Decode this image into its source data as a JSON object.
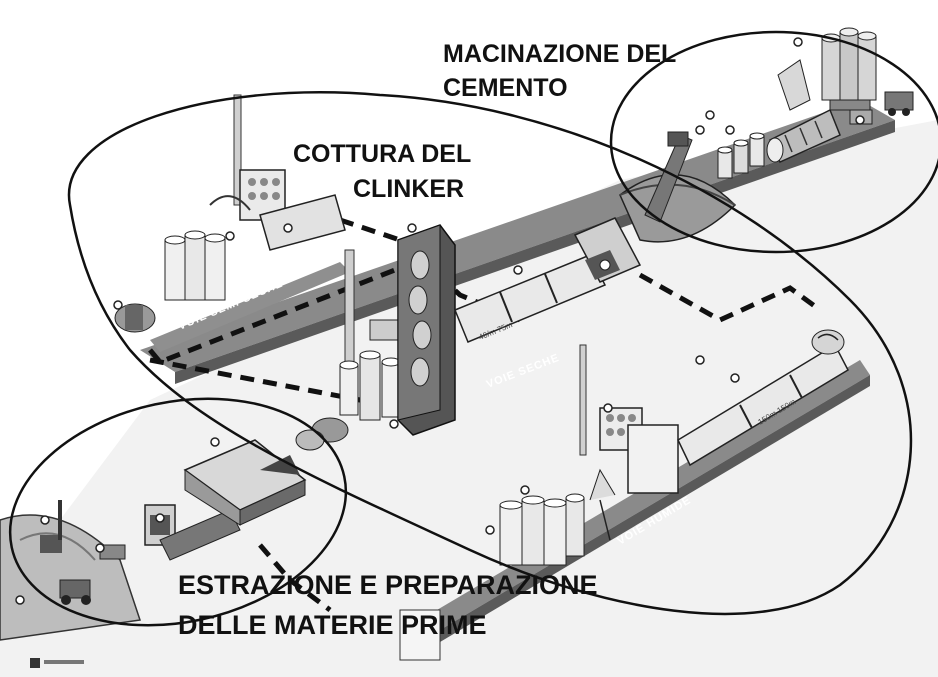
{
  "zones": {
    "cement": {
      "line1": "MACINAZIONE DEL",
      "line2": "CEMENTO"
    },
    "clinker": {
      "line1": "COTTURA DEL",
      "line2": "CLINKER"
    },
    "raw": {
      "line1": "ESTRAZIONE E PREPARAZIONE",
      "line2": "DELLE MATERIE PRIME"
    }
  },
  "tracks": {
    "semi_dry": "VOIE SEMI-SECHE",
    "dry": "VOIE SECHE",
    "wet": "VOIE HUMIDE"
  },
  "kiln_labels": {
    "dry_kiln": "40/m 75m",
    "wet_kiln": "150m 150m"
  },
  "colors": {
    "outline": "#111111",
    "track": "#8a8a8a",
    "machine_light": "#e6e6e6",
    "machine_mid": "#b5b5b5",
    "machine_dark": "#555555"
  }
}
